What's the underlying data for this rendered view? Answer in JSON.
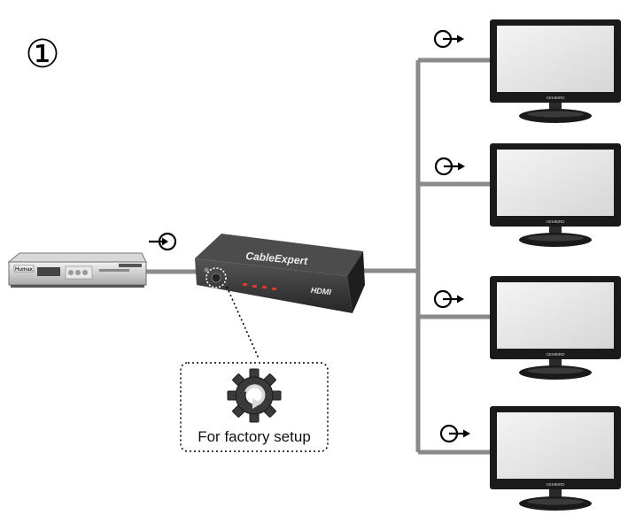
{
  "step": {
    "number": "①"
  },
  "splitter": {
    "brand": "CableExpert",
    "hdmi_logo": "HDMI"
  },
  "factory_box": {
    "label": "For factory setup",
    "icon": "gear-reset-icon"
  },
  "monitors": [
    {
      "brand": "GEMBIRD"
    },
    {
      "brand": "GEMBIRD"
    },
    {
      "brand": "GEMBIRD"
    },
    {
      "brand": "GEMBIRD"
    }
  ],
  "source_device": {
    "brand": "Humax"
  },
  "icons": {
    "input_port": "input-port-icon",
    "output_port": "output-port-icon"
  },
  "colors": {
    "cable": "#8a8a8a",
    "splitter_body": "#3a3a3a",
    "monitor_bezel": "#1a1a1a"
  }
}
